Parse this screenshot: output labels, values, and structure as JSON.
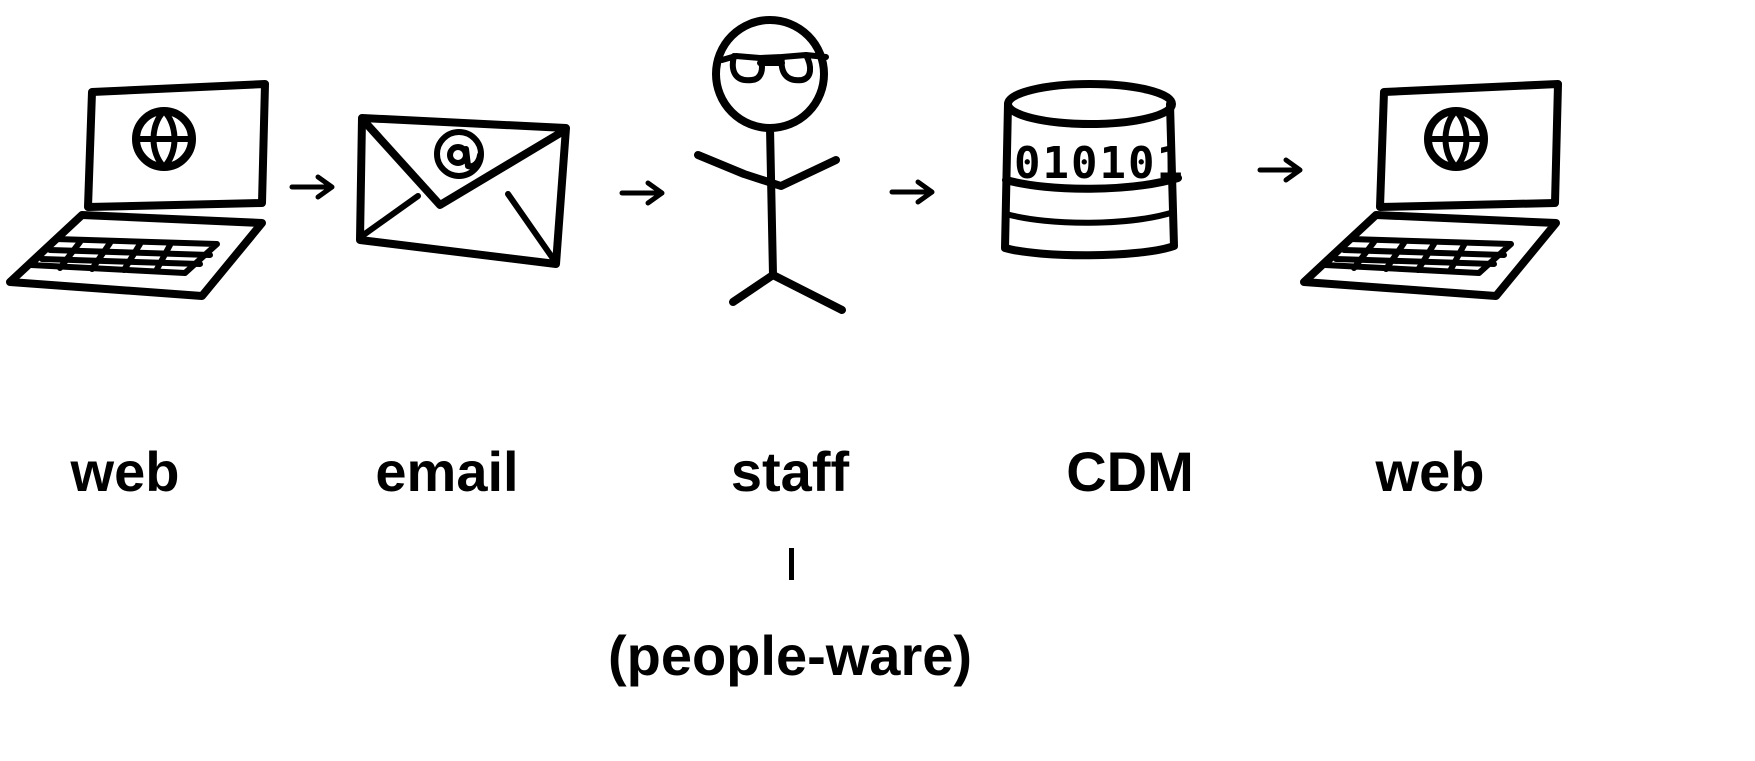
{
  "diagram": {
    "steps": [
      {
        "label": "web",
        "icon": "laptop-globe-icon"
      },
      {
        "label": "email",
        "icon": "envelope-at-icon"
      },
      {
        "label": "staff",
        "icon": "stick-figure-glasses-icon"
      },
      {
        "label": "CDM",
        "icon": "database-cylinder-icon",
        "icon_text": "010101"
      },
      {
        "label": "web",
        "icon": "laptop-globe-icon"
      }
    ],
    "staff_note": "(people-ware)",
    "connector": "arrow-right-icon"
  }
}
